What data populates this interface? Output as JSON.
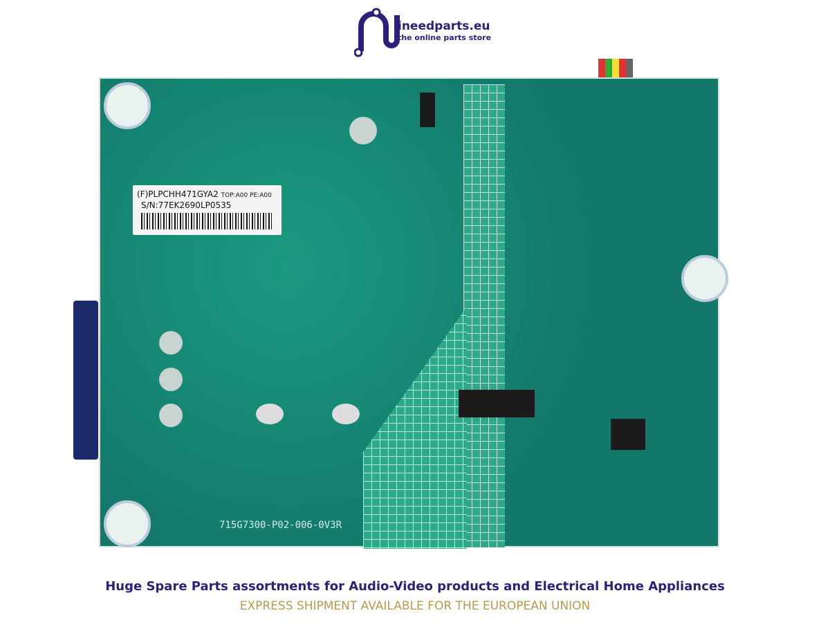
{
  "brand": {
    "name": "ineedparts.eu",
    "tagline": "the online parts store",
    "color": "#2d1f7a"
  },
  "board": {
    "label_line1": "(F)PLPCHH471GYA2",
    "label_line1_suffix": "TOP:A00 PE:A00",
    "label_line2": "S/N:77EK2690LP0535",
    "silkscreen_part_number": "715G7300-P02-006-0V3R"
  },
  "footer": {
    "headline": "Huge Spare Parts assortments for Audio-Video products and Electrical Home Appliances",
    "subline": "EXPRESS SHIPMENT AVAILABLE FOR THE EUROPEAN UNION",
    "subline_color": "#b89a4a"
  }
}
